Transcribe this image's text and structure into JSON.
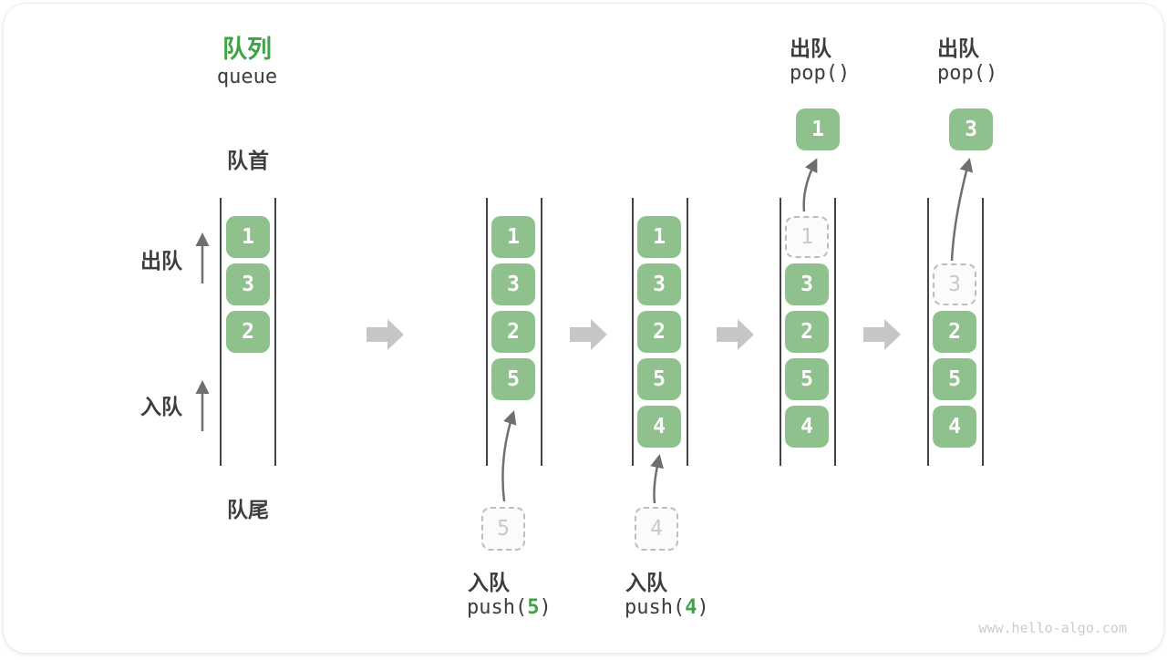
{
  "title": {
    "zh": "队列",
    "en": "queue"
  },
  "labels": {
    "front": "队首",
    "rear": "队尾",
    "dequeue": "出队",
    "enqueue": "入队"
  },
  "watermark": "www.hello-algo.com",
  "colors": {
    "accent_green": "#3da345",
    "box_green": "#8fc18c",
    "box_text": "#ffffff",
    "rail": "#454545",
    "block_arrow": "#c6c6c6",
    "thin_arrow": "#6f6f6f",
    "dashed_border": "#bdbdbd",
    "dashed_text": "#c9c9c9",
    "text": "#3d3d3d",
    "watermark": "#cccccc"
  },
  "states": [
    {
      "name": "initial",
      "cells": [
        {
          "v": "1"
        },
        {
          "v": "3"
        },
        {
          "v": "2"
        }
      ]
    },
    {
      "name": "after-push-5",
      "cells": [
        {
          "v": "1"
        },
        {
          "v": "3"
        },
        {
          "v": "2"
        },
        {
          "v": "5"
        }
      ],
      "incoming": "5",
      "op": {
        "action": "入队",
        "fn_open": "push(",
        "arg": "5",
        "fn_close": ")"
      }
    },
    {
      "name": "after-push-4",
      "cells": [
        {
          "v": "1"
        },
        {
          "v": "3"
        },
        {
          "v": "2"
        },
        {
          "v": "5"
        },
        {
          "v": "4"
        }
      ],
      "incoming": "4",
      "op": {
        "action": "入队",
        "fn_open": "push(",
        "arg": "4",
        "fn_close": ")"
      }
    },
    {
      "name": "pop-1",
      "cells": [
        {
          "v": "1",
          "dashed": true
        },
        {
          "v": "3"
        },
        {
          "v": "2"
        },
        {
          "v": "5"
        },
        {
          "v": "4"
        }
      ],
      "popped": "1",
      "op": {
        "action": "出队",
        "fn": "pop()"
      }
    },
    {
      "name": "pop-3",
      "cells": [
        {
          "v": "3",
          "dashed": true
        },
        {
          "v": "2"
        },
        {
          "v": "5"
        },
        {
          "v": "4"
        }
      ],
      "popped": "3",
      "op": {
        "action": "出队",
        "fn": "pop()"
      }
    }
  ]
}
